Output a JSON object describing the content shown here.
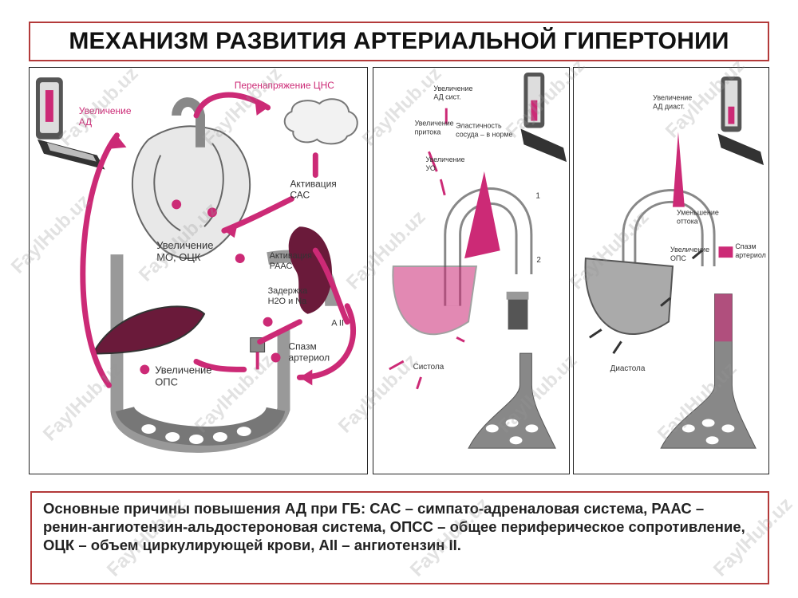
{
  "title": "МЕХАНИЗМ РАЗВИТИЯ АРТЕРИАЛЬНОЙ ГИПЕРТОНИИ",
  "panel1": {
    "labels": {
      "increase_ad": "Увеличение\nАД",
      "cns": "Перенапряжение ЦНС",
      "sas": "Активация\nСАС",
      "mo": "Увеличение\nМО, ОЦК",
      "raas": "Активация\nРААС",
      "retention": "Задержка\nH2O и Na",
      "a2": "A II",
      "spasm": "Спазм\nартериол",
      "ops": "Увеличение\nОПС"
    }
  },
  "panel2": {
    "labels": {
      "ad_sys": "Увеличение\nАД сист.",
      "inflow": "Увеличение\nпритока",
      "elasticity": "Эластичность\nсосуда – в норме",
      "uo": "Увеличение\nУО",
      "n1": "1",
      "n2": "2",
      "systole": "Систола"
    }
  },
  "panel3": {
    "labels": {
      "ad_dia": "Увеличение\nАД диаст.",
      "outflow": "Уменьшение\nоттока",
      "ops": "Увеличение\nОПС",
      "spasm": "Спазм\nартериол",
      "diastole": "Диастола"
    }
  },
  "caption": "Основные причины повышения АД при ГБ: САС – симпато-адреналовая система, РААС – ренин-ангиотензин-альдостероновая система, ОПСС – общее периферическое сопротивление, ОЦК – объем циркулирующей крови, AII – ангиотензин II.",
  "watermark": "FaylHub.uz",
  "colors": {
    "accent": "#cc2a76",
    "border": "#b33a3a",
    "vessel": "#9a9a9a",
    "dark": "#6a1a3a"
  }
}
